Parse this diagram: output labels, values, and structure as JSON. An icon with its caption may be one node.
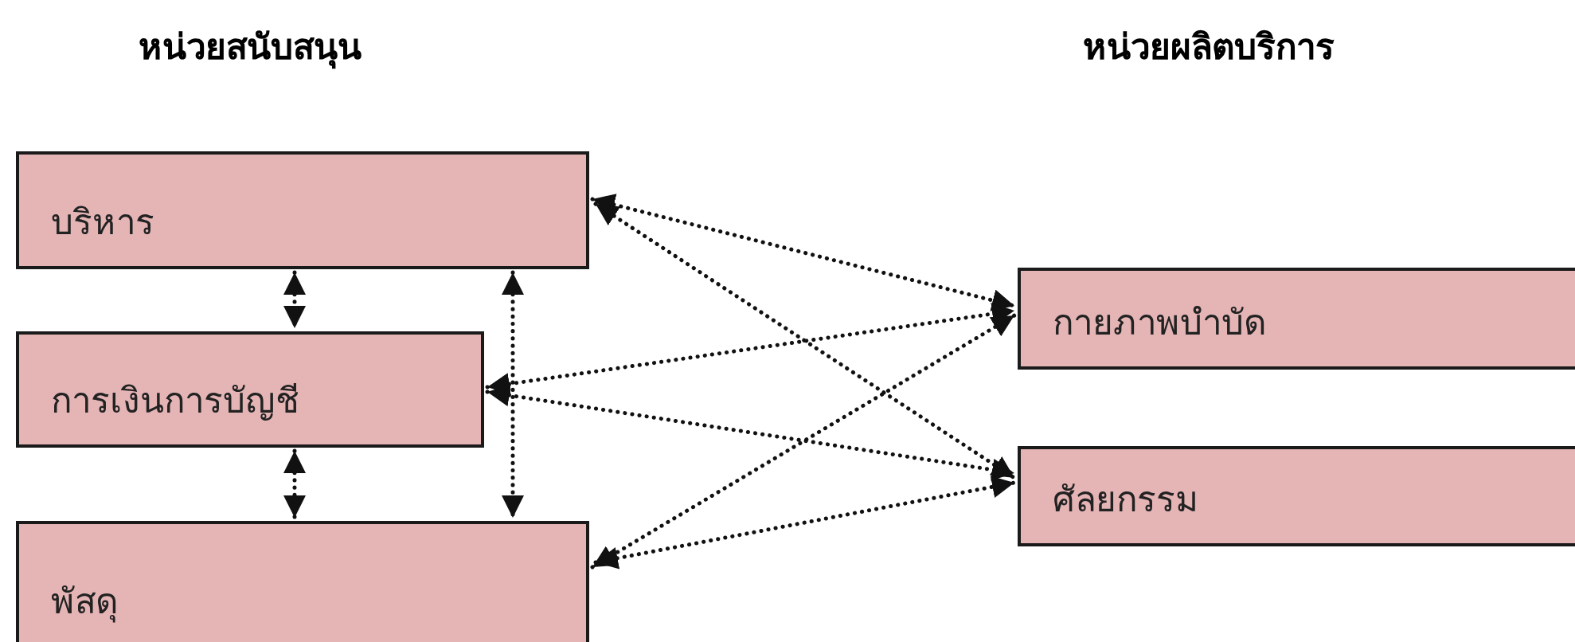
{
  "diagram": {
    "nodes": [
      {
        "text": [
          "บริหาร"
        ]
      },
      {
        "text": [
          "การเงินการบัญชี"
        ]
      },
      {
        "text": [
          "พัสดุ"
        ]
      },
      {
        "text": [
          "กายภาพบำบัด"
        ]
      },
      {
        "text": [
          "ศัลยกรรม"
        ]
      }
    ],
    "edges": [
      {
        "from": 0,
        "to": 1,
        "arrow": "both",
        "style": "dashed"
      },
      {
        "from": 1,
        "to": 2,
        "arrow": "both",
        "style": "dashed"
      },
      {
        "from": 0,
        "to": 2,
        "arrow": "both",
        "style": "dashed"
      },
      {
        "from": 0,
        "to": 3,
        "arrow": "both",
        "style": "dashed"
      },
      {
        "from": 0,
        "to": 4,
        "arrow": "both",
        "style": "dashed"
      },
      {
        "from": 1,
        "to": 3,
        "arrow": "both",
        "style": "dashed"
      },
      {
        "from": 1,
        "to": 4,
        "arrow": "both",
        "style": "dashed"
      },
      {
        "from": 2,
        "to": 3,
        "arrow": "both",
        "style": "dashed"
      },
      {
        "from": 2,
        "to": 4,
        "arrow": "both",
        "style": "dashed"
      }
    ],
    "labels": [
      "หน่วยสนับสนุน",
      "หน่วยผลิตบริการ"
    ]
  }
}
